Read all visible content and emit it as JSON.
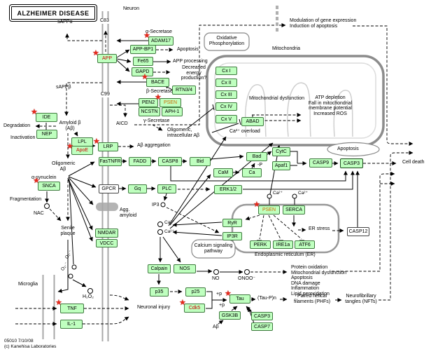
{
  "title": "ALZHEIMER DISEASE",
  "colors": {
    "node_fill": "#bfffbf",
    "node_border": "#3f7a3f",
    "disease_star": "#e8291c",
    "red_gene_text": "#cc0000",
    "orange_gene_text": "#cc6a00",
    "membrane_gray": "#a8a8a8",
    "organelle_gray": "#8c8c8c"
  },
  "n": {
    "adam17": "ADAM17",
    "appbp1": "APP-BP1",
    "fe65": "Fe65",
    "gapd": "GAPD",
    "app": "APP",
    "bace": "BACE",
    "rtn34": "RTN3/4",
    "pen2": "PEN2",
    "psen": "PSEN",
    "ncstn": "NCSTN",
    "aph1": "APH-1",
    "ide": "IDE",
    "nep": "NEP",
    "lpl": "LPL",
    "apoe": "ApoE",
    "lrp": "LRP",
    "fastnfr": "FasTNFR",
    "fadd": "FADD",
    "casp8": "CASP8",
    "bid": "Bid",
    "snca": "SNCA",
    "gpcr": "GPCR",
    "gq": "Gq",
    "plc": "PLC",
    "erk12": "ERK1/2",
    "cam": "CaM",
    "ca": "Ca",
    "bad": "Bad",
    "cytc": "CytC",
    "apaf1": "Apaf1",
    "casp9": "CASP9",
    "casp3": "CASP3",
    "casp7": "CASP7",
    "casp12": "CASP12",
    "cx1": "Cx I",
    "cx2": "Cx II",
    "cx3": "Cx III",
    "cx4": "Cx IV",
    "cx5": "Cx V",
    "abad": "ABAD",
    "nmdar": "NMDAR",
    "vdcc": "VDCC",
    "ryr": "RyR",
    "ip3r": "IP3R",
    "serca": "SERCA",
    "perk": "PERK",
    "ire1a": "IRE1a",
    "atf6": "ATF6",
    "calpain": "Calpain",
    "nos": "NOS",
    "p35": "p35",
    "p25": "p25",
    "cdk5": "Cdk5",
    "tau": "Tau",
    "gsk3b": "GSK3B",
    "tnf": "TNF",
    "il1": "IL-1"
  },
  "l": {
    "neuron": "Neuron",
    "mitochondria": "Mitochondria",
    "microglia": "Microglia",
    "sappa": "sAPPα",
    "sappb": "sAPPβ",
    "c83": "C83",
    "c99": "C99",
    "a_secretase": "α-Secretase",
    "b_secretase": "β-Secretase",
    "g_secretase": "γ-Secretase",
    "apoptosis": "Apoptosis",
    "app_processing": "APP processing",
    "decreased": "Decreased\nenergy\nproduction?",
    "aicd": "AICD",
    "degradation": "Degradation",
    "inactivation": "Inactivation",
    "amyloid_beta": "Amyloid β\n(Aβ)",
    "oligo_intra": "Oligomeric,\nintracellular Aβ",
    "ab_aggregation": "Aβ aggregation",
    "oligo_ab": "Oligomeric\nAβ",
    "a_synuclein": "α-synuclein",
    "fragmentation": "Fragmentation",
    "nac": "NAC",
    "senile_plaque": "Senile\nplaque",
    "agg_amyloid": "Agg.\namyloid",
    "modulation": "Modulation of gene expression\nInduction of apoptosis",
    "oxphos": "Oxidative\nPhosphorylation",
    "mito_dysfunction": "Mitochondrial dysfunction",
    "atp_block": "ATP depletion\nFall in mitochondrial\nmembrane potential\nIncreased ROS",
    "ca_overload": "Ca²⁺ overload",
    "ca2": "Ca²⁺",
    "cell_death": "Cell death",
    "er_stress": "ER stress",
    "er_label": "Endoplasmic reticulum (ER)",
    "ca_signaling": "Calcium signaling\npathway",
    "ip3": "IP3",
    "no": "NO",
    "onoo": "ONOO⁻",
    "o2": "O₂·⁻",
    "h2o2": "H₂O₂",
    "protein_block": "Protein oxidation\nMitochondrial dysfunction\nApoptosis\nDNA damage\nInflammation\nLipid peroxidation",
    "plus_p": "+p",
    "minus_p": "-P",
    "tau_pn": "(Tau-P)n",
    "phf": "Paired helical\nfilaments (PHFs)",
    "nft": "Neurofibrillary\ntangles (NFTs)",
    "neuronal_injury": "Neuronal injury",
    "ab": "Aβ"
  },
  "f": {
    "id_date": "05010 7/10/08",
    "copyright": "(c) Kanehisa Laboratories"
  }
}
